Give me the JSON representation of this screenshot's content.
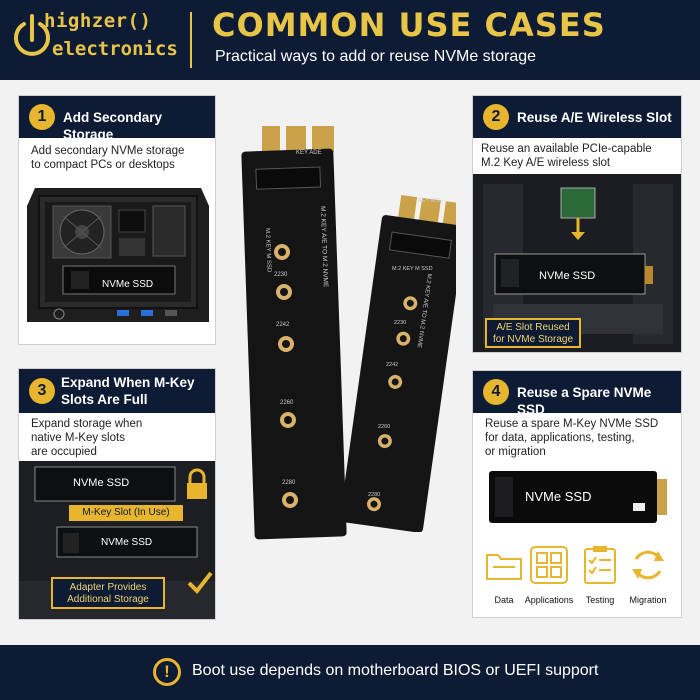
{
  "header": {
    "logo_line1": "highzer()",
    "logo_line2": "electronics",
    "title": "COMMON USE CASES",
    "subtitle": "Practical ways to add or reuse NVMe storage"
  },
  "cards": [
    {
      "number": "1",
      "title": "Add Secondary Storage",
      "description_lines": [
        "Add secondary NVMe storage",
        "to compact PCs or desktops"
      ],
      "photo_labels": {
        "ssd": "NVMe SSD"
      }
    },
    {
      "number": "2",
      "title": "Reuse A/E Wireless Slot",
      "description_lines": [
        "Reuse an available PCIe-capable",
        "M.2 Key A/E wireless slot"
      ],
      "photo_labels": {
        "ssd": "NVMe SSD",
        "callout_line1": "A/E Slot Reused",
        "callout_line2": "for NVMe Storage"
      }
    },
    {
      "number": "3",
      "title_lines": [
        "Expand When M-Key",
        "Slots Are Full"
      ],
      "description_lines": [
        "Expand storage when",
        "native M-Key slots",
        "are occupied"
      ],
      "photo_labels": {
        "ssd_top": "NVMe SSD",
        "slot_in_use": "M-Key Slot (In Use)",
        "ssd_bottom": "NVMe SSD",
        "callout_line1": "Adapter Provides",
        "callout_line2": "Additional Storage"
      }
    },
    {
      "number": "4",
      "title": "Reuse a Spare NVMe SSD",
      "description_lines": [
        "Reuse a spare M-Key NVMe SSD",
        "for data, applications, testing,",
        "or migration"
      ],
      "photo_labels": {
        "ssd": "NVMe SSD"
      },
      "uses": [
        {
          "label": "Data",
          "icon": "folder-icon"
        },
        {
          "label": "Applications",
          "icon": "applications-icon"
        },
        {
          "label": "Testing",
          "icon": "checklist-icon"
        },
        {
          "label": "Migration",
          "icon": "refresh-icon"
        }
      ]
    }
  ],
  "adapter_boards": {
    "left": {
      "key_label": "KEY ADE",
      "text1": "M.2 KEY M SSD",
      "text2": "M.2 KEY A/E TO M.2 NVME",
      "marks": [
        "2230",
        "2242",
        "2260",
        "2280"
      ]
    },
    "right": {
      "key_label": "KEY ADE",
      "text1": "M.2 KEY M SSD",
      "text2": "M.2 KEY A/E TO M.2 NVME",
      "marks": [
        "2230",
        "2242",
        "2260",
        "2280"
      ]
    }
  },
  "footer": {
    "text": "Boot use depends on motherboard BIOS or UEFI support"
  },
  "colors": {
    "navy": "#0d1b35",
    "gold": "#e8b52e",
    "logo_gold": "#e8c547"
  }
}
